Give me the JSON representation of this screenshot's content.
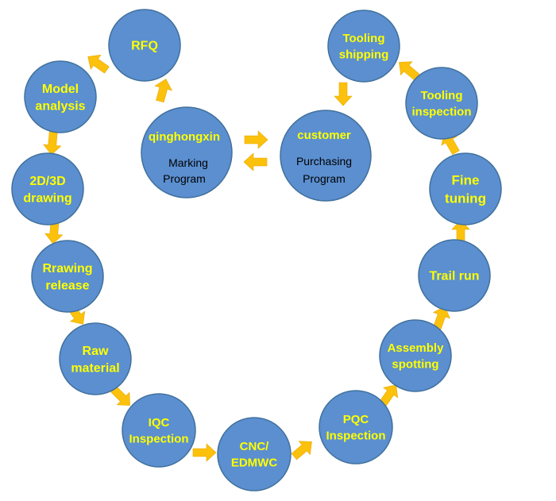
{
  "colors": {
    "node_fill": "#5b8fd0",
    "node_text": "#ffff00",
    "arrow_fill": "#fcc10d",
    "sub_text": "#000000"
  },
  "center": {
    "left_title": "qinghongxin",
    "left_line1": "Marking",
    "left_line2": "Program",
    "right_title": "customer",
    "right_line1": "Purchasing",
    "right_line2": "Program"
  },
  "steps": {
    "rfq": [
      "RFQ"
    ],
    "model_analysis": [
      "Model",
      "analysis"
    ],
    "drawing_2d3d": [
      "2D/3D",
      "drawing"
    ],
    "drawing_release": [
      "Rrawing",
      "release"
    ],
    "raw_material": [
      "Raw",
      "material"
    ],
    "iqc_inspection": [
      "IQC",
      "Inspection"
    ],
    "cnc_edm": [
      "CNC/",
      "EDMWC"
    ],
    "pqc_inspection": [
      "PQC",
      "Inspection"
    ],
    "assembly_spotting": [
      "Assembly",
      "spotting"
    ],
    "trail_run": [
      "Trail run"
    ],
    "fine_tuning": [
      "Fine",
      "tuning"
    ],
    "tooling_inspection": [
      "Tooling",
      "inspection"
    ],
    "tooling_shipping": [
      "Tooling",
      "shipping"
    ]
  }
}
